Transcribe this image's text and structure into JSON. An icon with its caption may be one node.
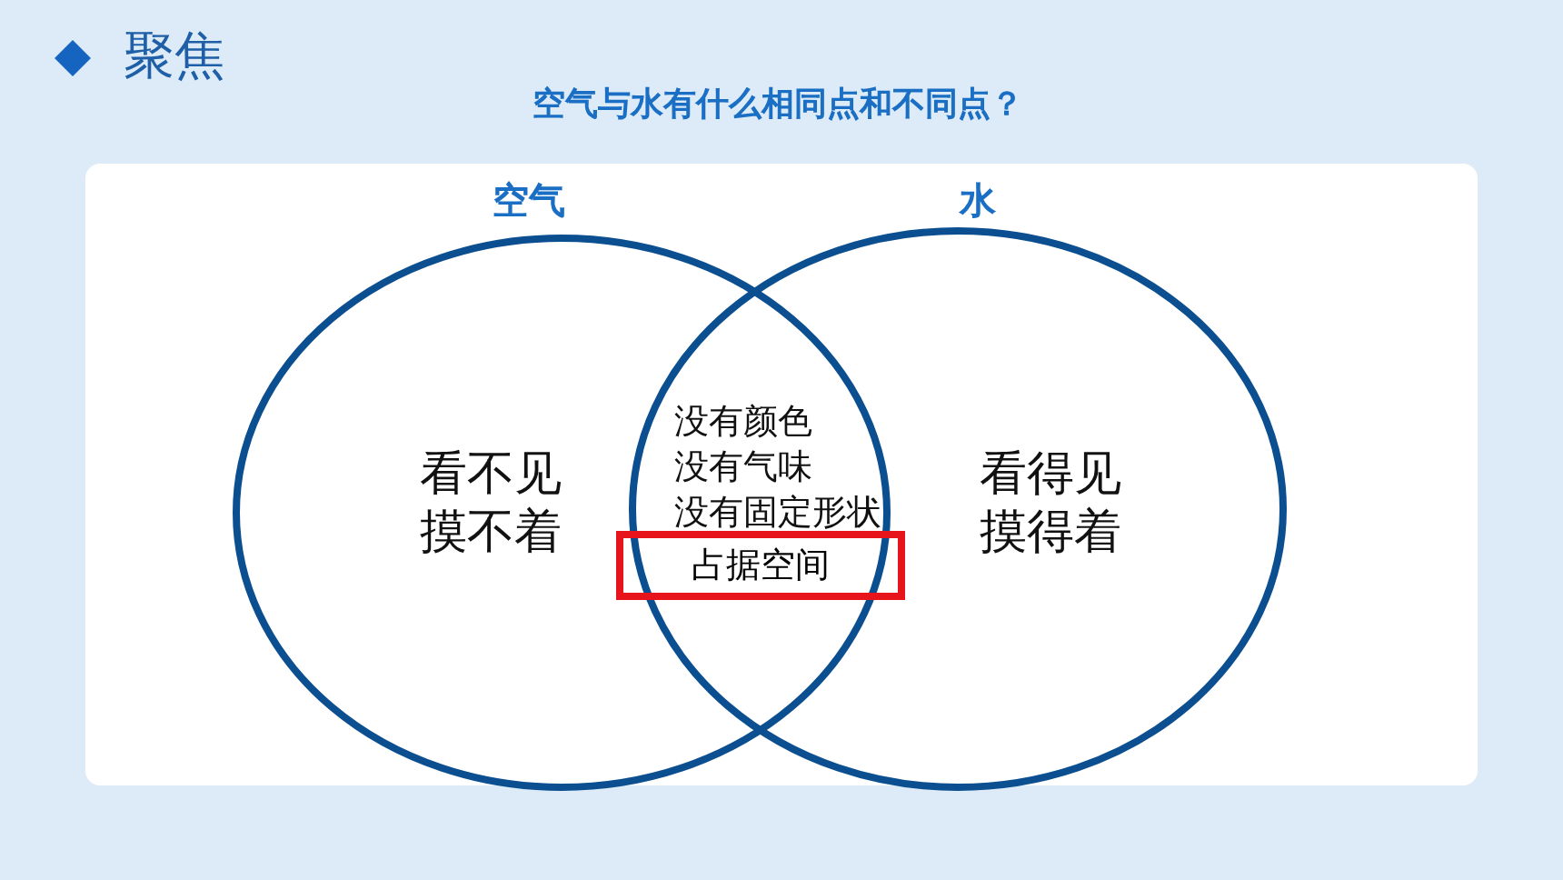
{
  "diagram": {
    "title": "空气与水有什么相同点和不同点？",
    "nodes": [
      {
        "text": [
          "空气",
          "看不见摸不着"
        ]
      },
      {
        "text": [
          "水",
          "看得见摸得着"
        ]
      },
      {
        "text": [
          "占据空间"
        ]
      }
    ],
    "labels": [
      "聚焦",
      "没有颜色",
      "没有气味",
      "没有固定形状"
    ]
  }
}
